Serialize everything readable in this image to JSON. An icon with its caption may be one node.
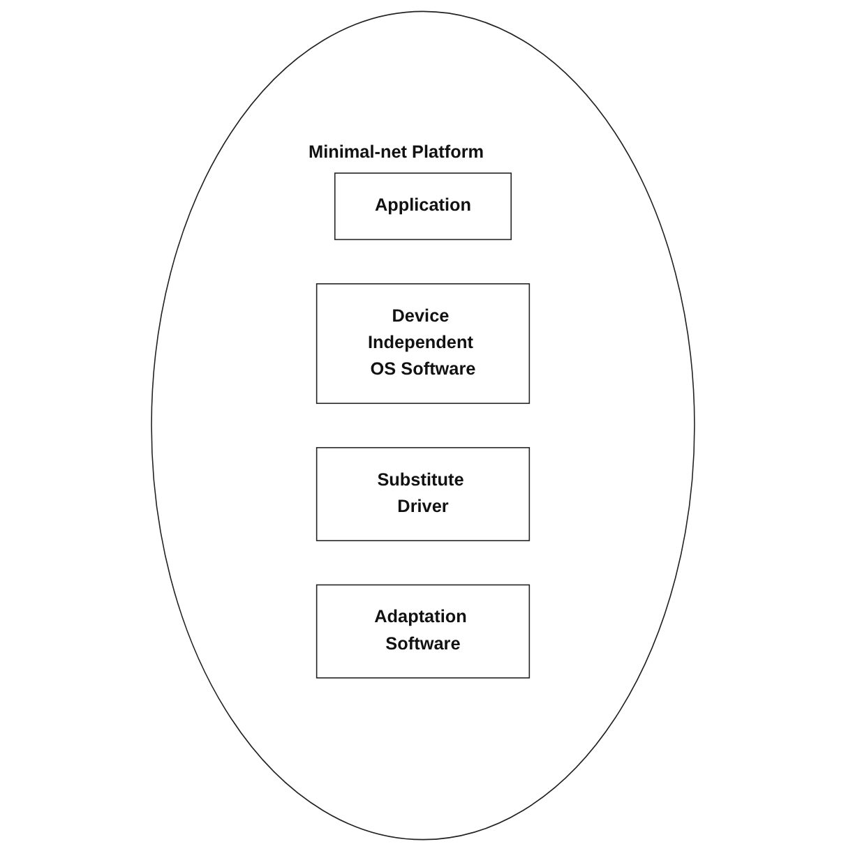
{
  "diagram": {
    "nodes": [
      {
        "text": [
          "Minimal-net Platform"
        ]
      },
      {
        "text": [
          "Application"
        ],
        "in": 0
      },
      {
        "text": [
          "Device Independent OS Software"
        ],
        "in": 0
      },
      {
        "text": [
          "Substitute Driver"
        ],
        "in": 0
      },
      {
        "text": [
          "Adaptation Software"
        ],
        "in": 0
      }
    ]
  }
}
